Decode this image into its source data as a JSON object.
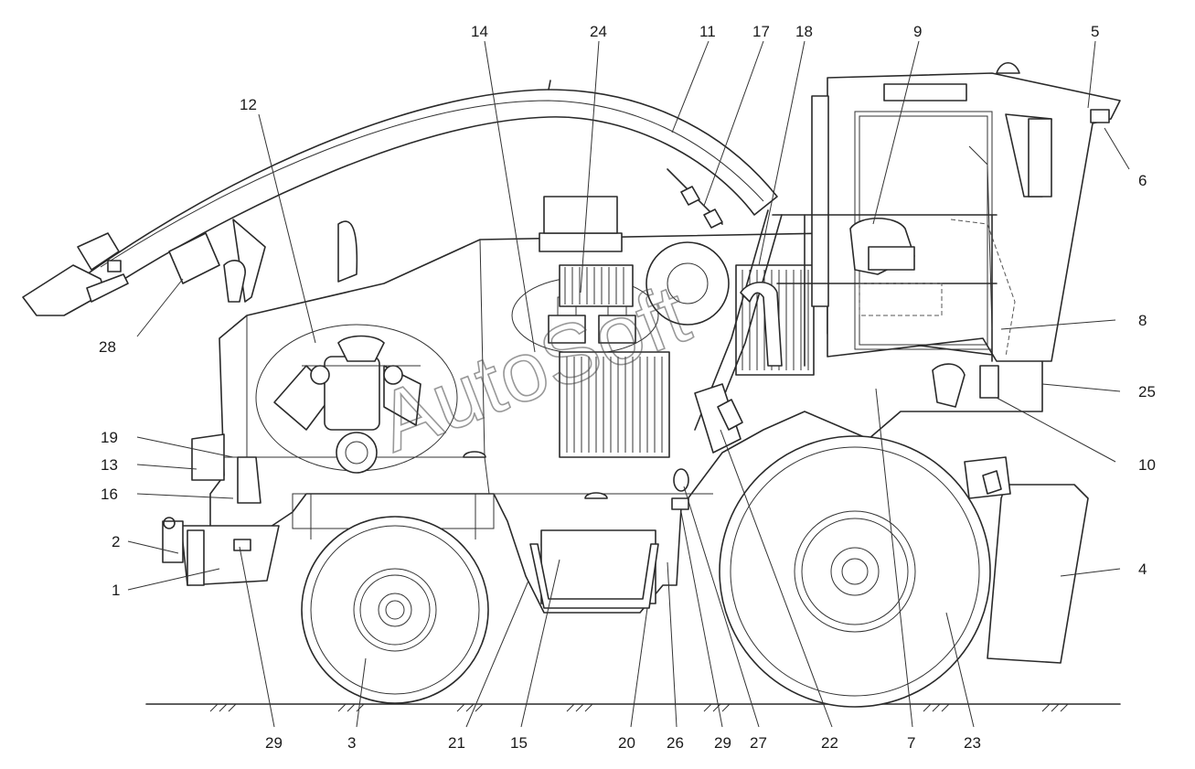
{
  "watermark": "AutoSoft",
  "labels_top": [
    "14",
    "24",
    "11",
    "17",
    "18",
    "9",
    "5"
  ],
  "labels_left": [
    "12",
    "28",
    "19",
    "13",
    "16",
    "2",
    "1"
  ],
  "labels_right": [
    "6",
    "8",
    "25",
    "10",
    "4"
  ],
  "labels_bottom": [
    "29",
    "3",
    "21",
    "15",
    "20",
    "26",
    "29",
    "27",
    "22",
    "7",
    "23"
  ]
}
